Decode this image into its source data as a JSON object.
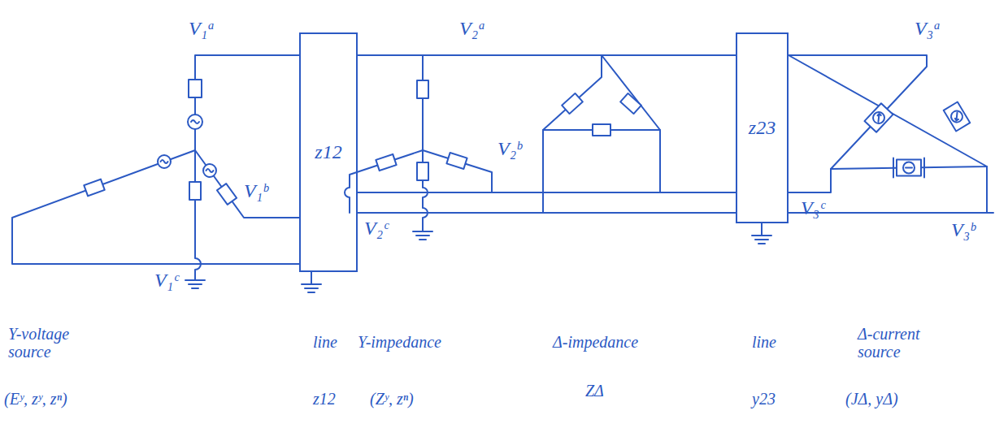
{
  "diagram": {
    "nodes": [
      {
        "text": [
          "z12"
        ]
      },
      {
        "text": [
          "z23"
        ]
      }
    ],
    "edges": [
      {
        "from": 0,
        "to": 1,
        "arrow": "none"
      },
      {
        "from": 0,
        "to": 1,
        "arrow": "none"
      },
      {
        "from": 0,
        "to": 1,
        "arrow": "none"
      }
    ],
    "labels": [
      "V₁ᵃ",
      "V₁ᵇ",
      "V₁ᶜ",
      "V₂ᵃ",
      "V₂ᵇ",
      "V₂ᶜ",
      "V₃ᵃ",
      "V₃ᵇ",
      "V₃ᶜ",
      "Y-voltage source",
      "(Eʸ, zʸ, zⁿ)",
      "line",
      "z12",
      "Y-impedance",
      "(Zʸ, zⁿ)",
      "Δ-impedance",
      "ZΔ",
      "line",
      "y23",
      "Δ-current source",
      "(JΔ, yΔ)"
    ]
  }
}
